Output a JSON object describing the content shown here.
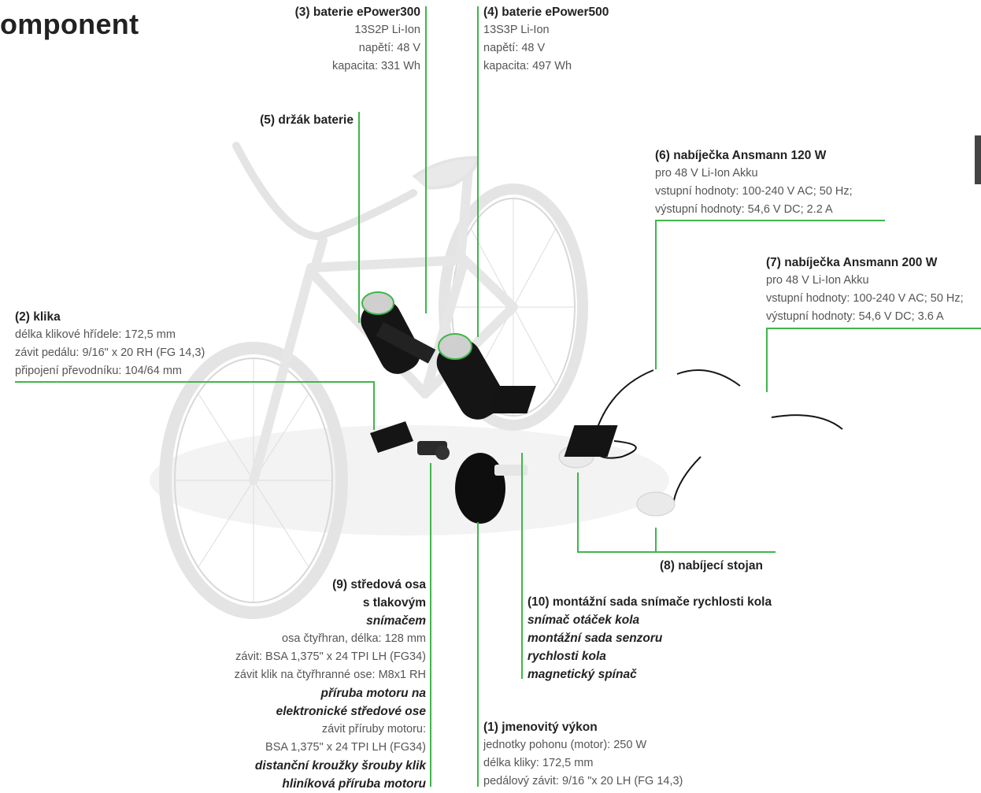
{
  "page": {
    "title": "omponent"
  },
  "colors": {
    "accent_line": "#3fb64a",
    "bike": "#ececec",
    "component": "#111111"
  },
  "labels": {
    "battery300": {
      "heading": "(3) baterie ePower300",
      "lines": [
        "13S2P Li-Ion",
        "napětí: 48 V",
        "kapacita: 331 Wh"
      ]
    },
    "battery500": {
      "heading": "(4) baterie ePower500",
      "lines": [
        "13S3P Li-Ion",
        "napětí: 48 V",
        "kapacita: 497 Wh"
      ]
    },
    "holder": {
      "heading": "(5) držák baterie"
    },
    "charger120": {
      "heading": "(6) nabíječka Ansmann 120 W",
      "lines": [
        "pro 48 V Li-Ion Akku",
        "vstupní hodnoty: 100-240 V AC; 50 Hz;",
        "výstupní hodnoty: 54,6 V DC; 2.2 A"
      ]
    },
    "charger200": {
      "heading": "(7)  nabíječka Ansmann 200 W",
      "lines": [
        "pro 48 V Li-Ion Akku",
        "vstupní hodnoty: 100-240 V AC; 50 Hz;",
        "výstupní hodnoty: 54,6 V DC; 3.6 A"
      ]
    },
    "crank": {
      "heading": "(2) klika",
      "lines": [
        "délka klikové hřídele: 172,5 mm",
        "závit pedálu: 9/16\" x 20 RH (FG 14,3)",
        "připojení převodníku: 104/64 mm"
      ]
    },
    "stand": {
      "heading": "(8) nabíjecí stojan"
    },
    "axle": {
      "heading1": "(9) středová osa",
      "heading2": "s tlakovým",
      "italic1": "snímačem",
      "lines1": [
        "osa čtyřhran, délka: 128 mm",
        "závit: BSA 1,375\" x 24 TPI LH (FG34)",
        "závit klik na čtyřhranné ose: M8x1 RH"
      ],
      "italic2": [
        "příruba motoru na",
        "elektronické středové ose"
      ],
      "lines2": [
        "závit příruby motoru:",
        "BSA 1,375\" x 24 TPI LH (FG34)"
      ],
      "italic3": [
        "distanční kroužky šrouby klik",
        "hliníková příruba motoru"
      ]
    },
    "speedsensor": {
      "heading": "(10) montážní sada snímače rychlosti kola",
      "italic": [
        "snímač otáček kola",
        "montážní sada senzoru",
        "rychlosti kola",
        "magnetický spínač"
      ]
    },
    "power": {
      "heading": "(1) jmenovitý výkon",
      "lines": [
        "jednotky pohonu (motor): 250 W",
        "délka kliky: 172,5 mm",
        "pedálový závit: 9/16 \"x 20 LH (FG 14,3)"
      ]
    }
  }
}
